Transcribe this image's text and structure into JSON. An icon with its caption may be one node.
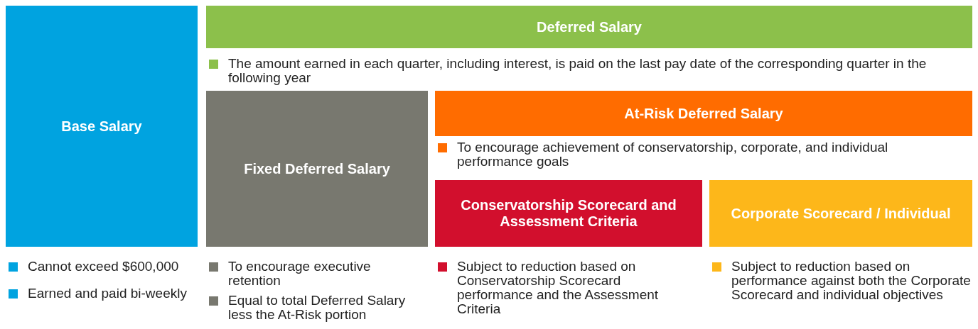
{
  "diagram": {
    "nodes": [
      {
        "text": [
          "Base Salary"
        ],
        "beside": [
          "Cannot exceed $600,000",
          "Earned and paid bi-weekly"
        ]
      },
      {
        "text": [
          "Deferred Salary"
        ],
        "beside": [
          "The amount earned in each quarter, including interest, is paid on the last pay date of the corresponding quarter in the following year"
        ]
      },
      {
        "text": [
          "Fixed Deferred Salary"
        ],
        "beside": [
          "To encourage executive retention",
          "Equal to total Deferred Salary less the At-Risk portion"
        ]
      },
      {
        "text": [
          "At-Risk Deferred Salary"
        ],
        "beside": [
          "To encourage achievement of conservatorship, corporate, and individual performance goals"
        ]
      },
      {
        "text": [
          "Conservatorship Scorecard and Assessment Criteria"
        ],
        "beside": [
          "Subject to reduction based on Conservatorship Scorecard performance and the Assessment Criteria"
        ]
      },
      {
        "text": [
          "Corporate Scorecard / Individual"
        ],
        "beside": [
          "Subject to reduction based on performance against both the Corporate Scorecard and individual objectives"
        ]
      }
    ],
    "edges": []
  }
}
